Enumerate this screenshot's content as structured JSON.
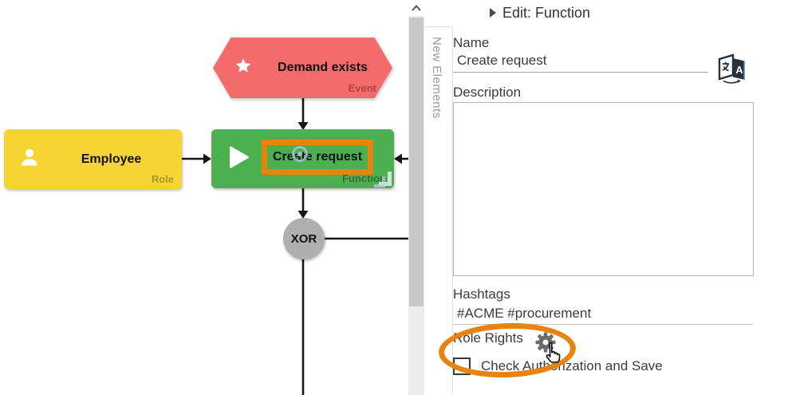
{
  "diagram": {
    "event": {
      "label": "Demand exists",
      "type_label": "Event",
      "color": "#F36B6B"
    },
    "role": {
      "label": "Employee",
      "type_label": "Role",
      "color": "#F6D434"
    },
    "function": {
      "label": "Create request",
      "type_label": "Function",
      "color": "#4CAF50"
    },
    "gateway": {
      "label": "XOR",
      "color": "#AFAFAF"
    },
    "highlight_color": "#E8830E"
  },
  "sidebar": {
    "vertical_tab_label": "New Elements"
  },
  "panel": {
    "title": "Edit: Function",
    "name": {
      "label": "Name",
      "value": "Create request"
    },
    "description": {
      "label": "Description",
      "value": ""
    },
    "hashtags": {
      "label": "Hashtags",
      "value": "#ACME #procurement"
    },
    "role_rights": {
      "label": "Role Rights"
    },
    "authorization_checkbox": {
      "label": "Check Authorization and Save",
      "checked": false
    }
  },
  "icons": {
    "event": "star-icon",
    "role": "person-icon",
    "function": "play-icon",
    "name_field": "translate-icon",
    "role_rights": "gear-icon",
    "cursor": "hand-pointer-icon",
    "scrollbar": "chevron-up-icon"
  },
  "annotation_color": "#E8830E"
}
